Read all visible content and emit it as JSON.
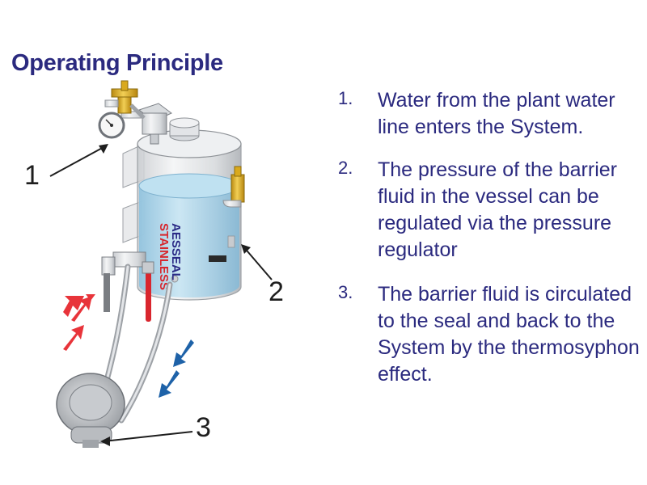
{
  "title": "Operating Principle",
  "steps": [
    {
      "number": "1.",
      "text": "Water from the plant water line enters the System."
    },
    {
      "number": "2.",
      "text": "The pressure of the barrier fluid in the vessel can be regulated via the pressure regulator"
    },
    {
      "number": "3.",
      "text": "The barrier fluid is circulated to the seal and back to the System by the thermosyphon effect."
    }
  ],
  "callouts": [
    "1",
    "2",
    "3"
  ],
  "logo": {
    "line1": "AESSEAL",
    "line2": "STAINLESS"
  },
  "colors": {
    "text": "#2b2a7f",
    "hot_arrow": "#e8343a",
    "cold_arrow": "#1e62a8",
    "fluid": "#a9d4ea",
    "brass": "#e3b21c"
  }
}
